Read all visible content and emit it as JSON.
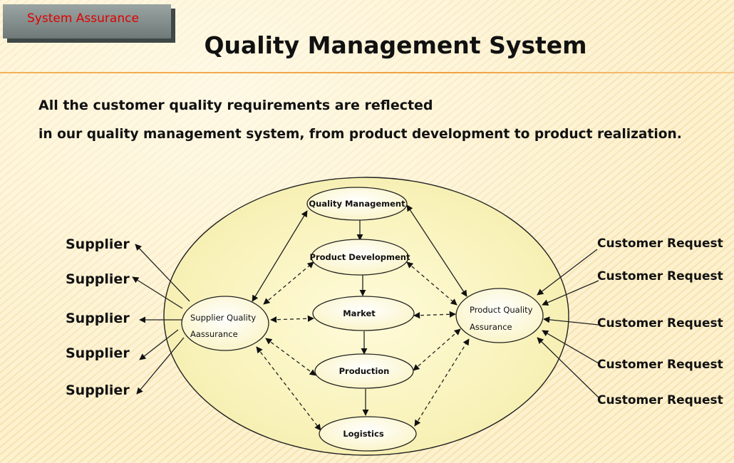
{
  "badge": "System Assurance",
  "title": "Quality Management System",
  "intro": {
    "line1": "All the customer quality requirements are reflected",
    "line2": "in our quality management system, from product development to product realization."
  },
  "nodes": {
    "qm": "Quality Management",
    "pd": "Product Development",
    "market": "Market",
    "production": "Production",
    "logistics": "Logistics",
    "sqa_line1": "Supplier Quality",
    "sqa_line2": "Aassurance",
    "pqa_line1": "Product Quality",
    "pqa_line2": "Assurance"
  },
  "suppliers": [
    "Supplier",
    "Supplier",
    "Supplier",
    "Supplier",
    "Supplier"
  ],
  "customers": [
    "Customer Request",
    "Customer Request",
    "Customer Request",
    "Customer Request",
    "Customer Request"
  ]
}
